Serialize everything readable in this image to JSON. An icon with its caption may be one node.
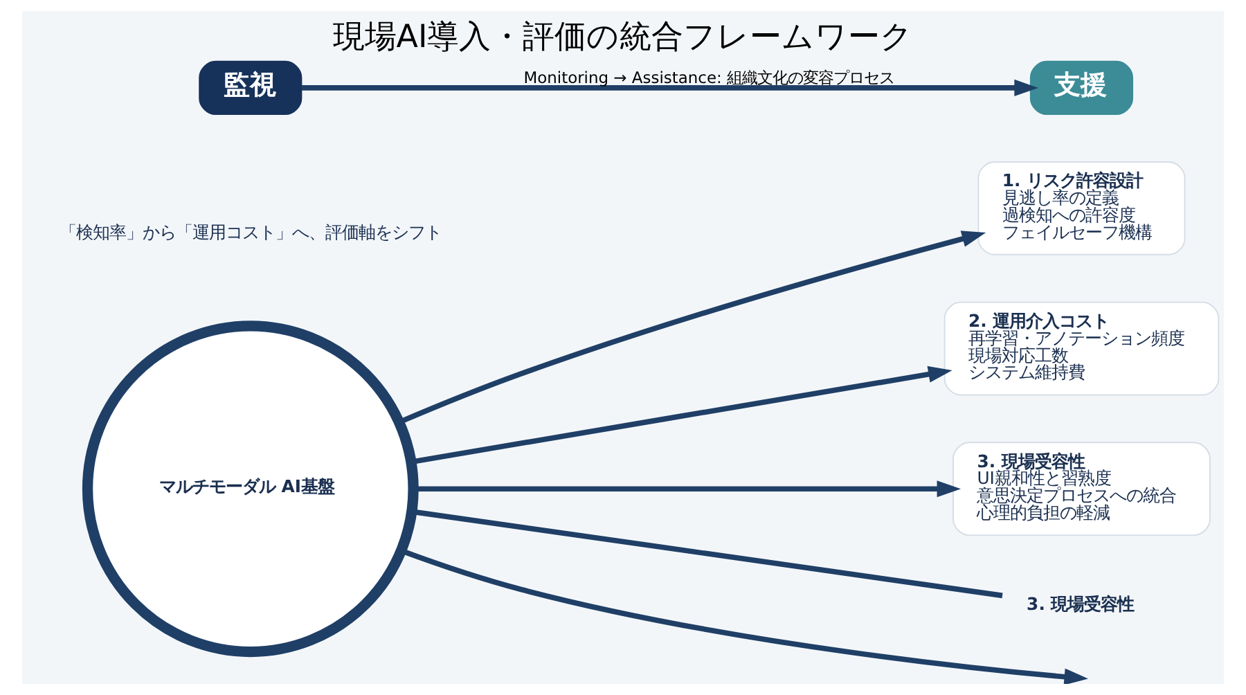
{
  "diagram": {
    "title": "現場AI導入・評価の統合フレームワーク",
    "nodes": [
      {
        "text": [
          "マルチモーダル AI基盤"
        ]
      },
      {
        "text": [
          "1. リスク許容設計",
          "見逃し率の定義",
          "過検知への許容度",
          "フェイルセーフ機構"
        ]
      },
      {
        "text": [
          "2. 運用介入コスト",
          "再学習・アノテーション頻度",
          "現場対応工数",
          "システム維持費"
        ]
      },
      {
        "text": [
          "3. 現場受容性",
          "UI親和性と習熟度",
          "意思決定プロセスへの統合",
          "心理的負担の軽減"
        ]
      },
      {
        "text": [
          "3. 現場受容性"
        ]
      },
      {
        "text": [
          "監視"
        ]
      },
      {
        "text": [
          "支援"
        ]
      }
    ],
    "edges": [
      {
        "from": 0,
        "to": 1,
        "arrow": "to"
      },
      {
        "from": 0,
        "to": 2,
        "arrow": "to"
      },
      {
        "from": 0,
        "to": 3,
        "arrow": "to"
      },
      {
        "from": 0,
        "to": null,
        "arrow": "to"
      },
      {
        "from": 0,
        "to": 4,
        "arrow": "none"
      },
      {
        "from": 5,
        "to": 6,
        "arrow": "to",
        "label": "Monitoring → Assistance: 組織文化の変容プロセス"
      }
    ],
    "labels": [
      "「検知率」から「運用コスト」へ、評価軸をシフト"
    ]
  }
}
